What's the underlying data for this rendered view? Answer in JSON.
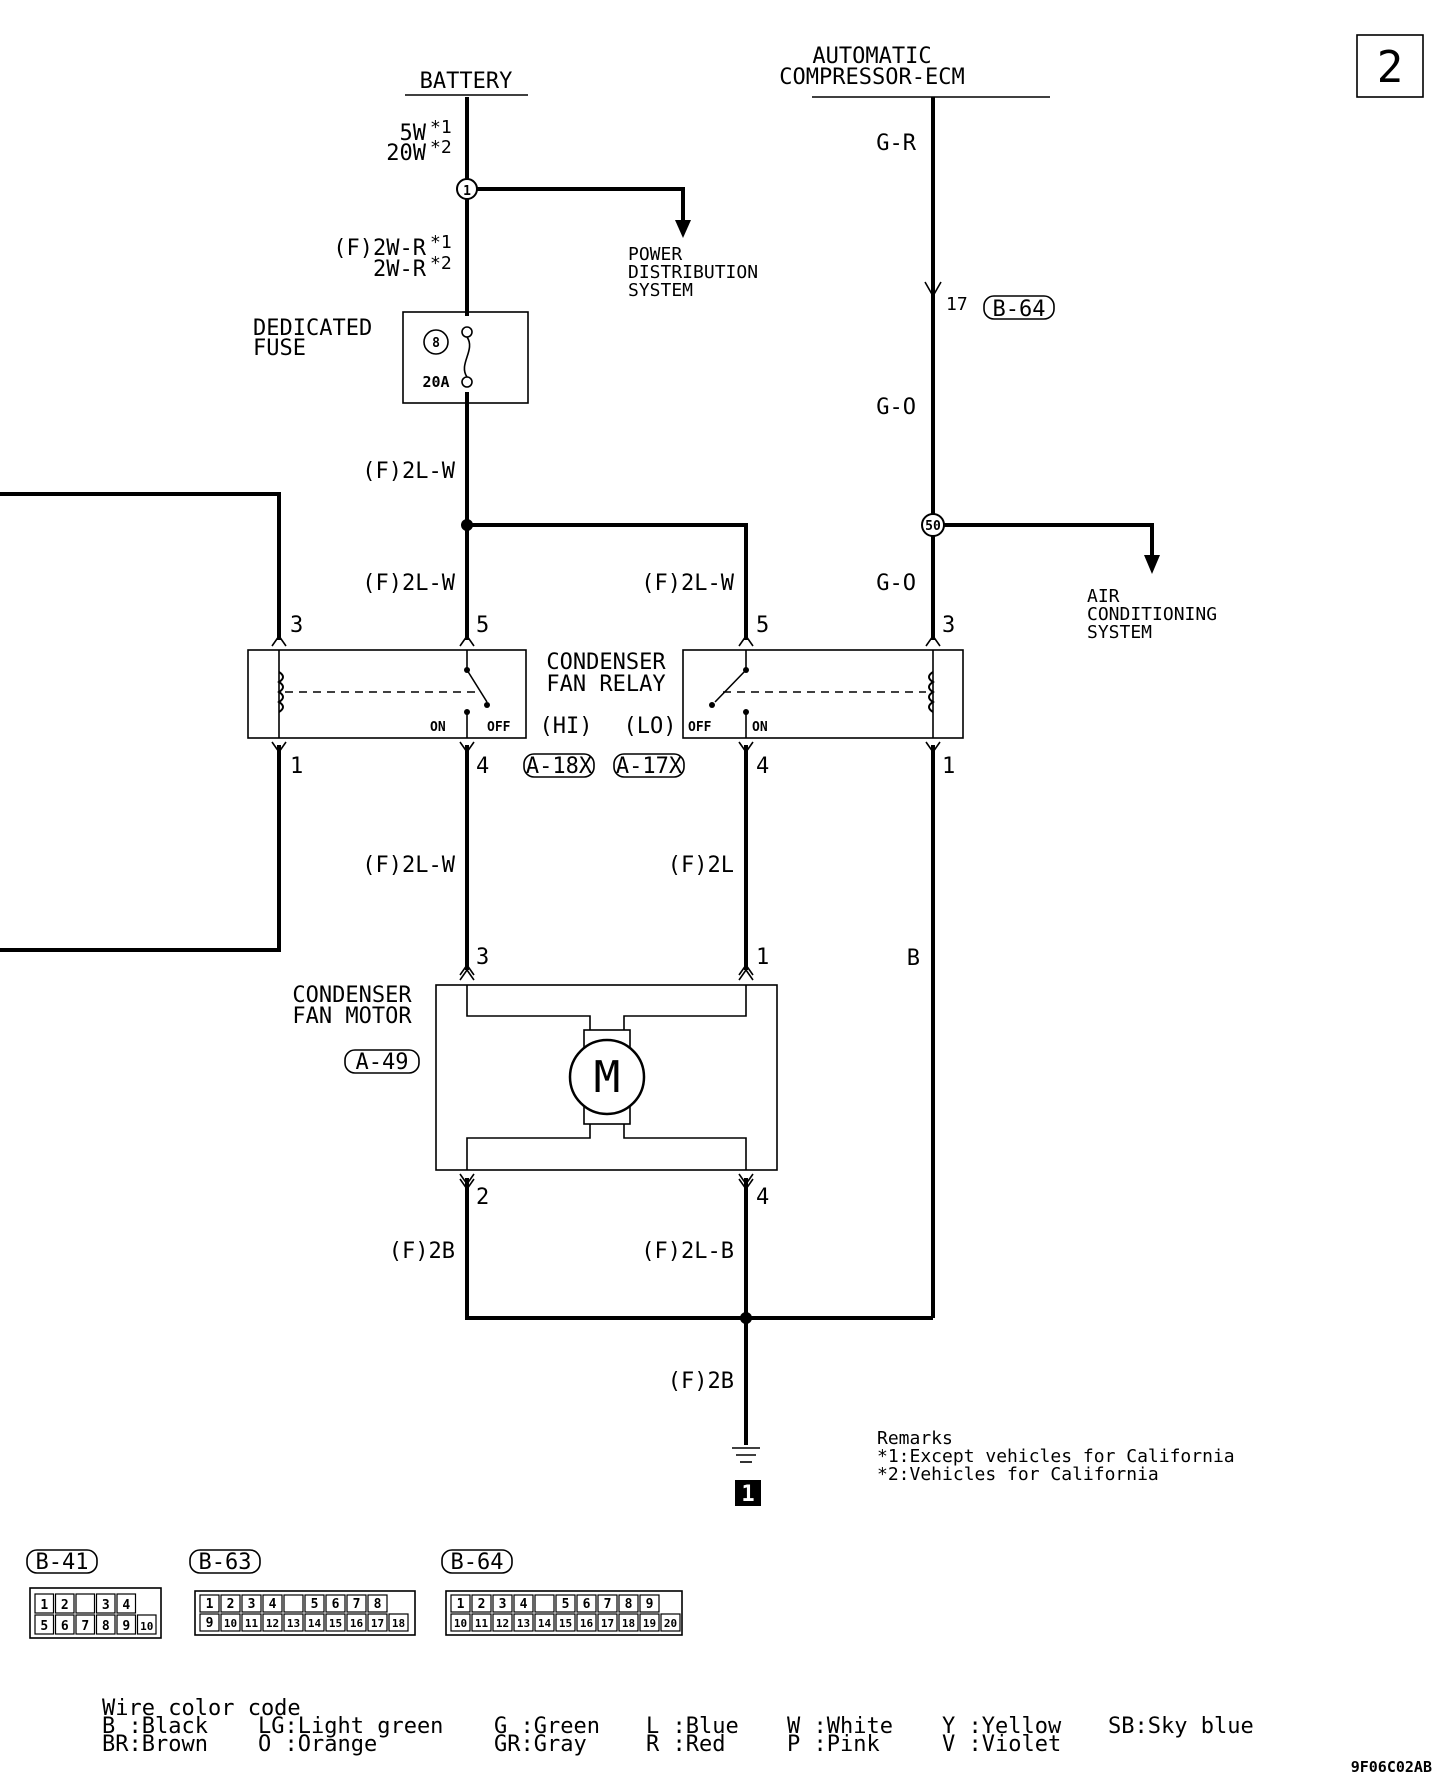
{
  "page_number": "2",
  "battery": "BATTERY",
  "ecm_line1": "AUTOMATIC",
  "ecm_line2": "COMPRESSOR-ECM",
  "wires": {
    "bat_5w": "5W",
    "bat_20w": "20W",
    "star1": "*1",
    "star2": "*2",
    "f2wr": "(F)2W-R",
    "w2wr": "2W-R",
    "f2lw_a": "(F)2L-W",
    "f2lw_b": "(F)2L-W",
    "f2lw_c": "(F)2L-W",
    "f2lw_d": "(F)2L-W",
    "f2l": "(F)2L",
    "gr": "G-R",
    "go_a": "G-O",
    "go_b": "G-O",
    "b": "B",
    "f2b_a": "(F)2B",
    "f2lb": "(F)2L-B",
    "f2b_b": "(F)2B"
  },
  "junction_1": "1",
  "junction_50": "50",
  "power_dist": [
    "POWER",
    "DISTRIBUTION",
    "SYSTEM"
  ],
  "fuse": {
    "label1": "DEDICATED",
    "label2": "FUSE",
    "number": "8",
    "rating": "20A"
  },
  "ac_system": [
    "AIR",
    "CONDITIONING",
    "SYSTEM"
  ],
  "connector_b64_pin": "17",
  "relay": {
    "label1": "CONDENSER",
    "label2": "FAN RELAY",
    "hi": "(HI)",
    "lo": "(LO)",
    "hi_conn": "A-18X",
    "lo_conn": "A-17X",
    "on": "ON",
    "off": "OFF",
    "pins": {
      "p3a": "3",
      "p5a": "5",
      "p5b": "5",
      "p3b": "3",
      "p1a": "1",
      "p4a": "4",
      "p4b": "4",
      "p1b": "1"
    }
  },
  "motor": {
    "label1": "CONDENSER",
    "label2": "FAN MOTOR",
    "connector": "A-49",
    "symbol": "M",
    "pins": {
      "p3": "3",
      "p1": "1",
      "p2": "2",
      "p4": "4"
    }
  },
  "ground_number": "1",
  "remarks": {
    "title": "Remarks",
    "r1": "*1:Except vehicles for California",
    "r2": "*2:Vehicles for California"
  },
  "connectors": {
    "b41": {
      "label": "B-41",
      "row1": [
        "1",
        "2",
        "",
        "3",
        "4"
      ],
      "row2": [
        "5",
        "6",
        "7",
        "8",
        "9",
        "10"
      ]
    },
    "b63": {
      "label": "B-63",
      "row1": [
        "1",
        "2",
        "3",
        "4",
        "",
        "5",
        "6",
        "7",
        "8"
      ],
      "row2": [
        "9",
        "10",
        "11",
        "12",
        "13",
        "14",
        "15",
        "16",
        "17",
        "18"
      ]
    },
    "b64": {
      "label": "B-64",
      "row1": [
        "1",
        "2",
        "3",
        "4",
        "",
        "5",
        "6",
        "7",
        "8",
        "9"
      ],
      "row2": [
        "10",
        "11",
        "12",
        "13",
        "14",
        "15",
        "16",
        "17",
        "18",
        "19",
        "20"
      ]
    }
  },
  "color_code": {
    "title": "Wire color code",
    "c1": "B :Black",
    "c2": "BR:Brown",
    "c3": "LG:Light green",
    "c4": "O :Orange",
    "c5": "G :Green",
    "c6": "GR:Gray",
    "c7": "L :Blue",
    "c8": "R :Red",
    "c9": "W :White",
    "c10": "P :Pink",
    "c11": "Y :Yellow",
    "c12": "V :Violet",
    "c13": "SB:Sky blue"
  },
  "doc_code": "9F06C02AB"
}
